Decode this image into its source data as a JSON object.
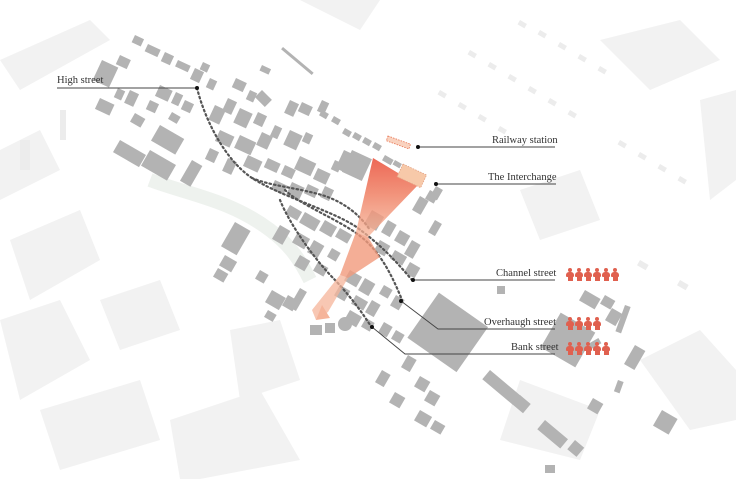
{
  "colors": {
    "background": "#ffffff",
    "building": "#b3b3b3",
    "ghost_building": "#f1f1f1",
    "route_dots": "#555555",
    "leader_line": "#444444",
    "fan_accent": "#ec6a55",
    "fan_light": "#f4a98a",
    "interchange_fill": "#f7c9a9",
    "people_icon": "#e0604f",
    "label_text": "#333333"
  },
  "labels": [
    {
      "id": "high-street",
      "text": "High street",
      "people_count": 0
    },
    {
      "id": "railway-station",
      "text": "Railway station",
      "people_count": 0
    },
    {
      "id": "the-interchange",
      "text": "The Interchange",
      "people_count": 0
    },
    {
      "id": "channel-street",
      "text": "Channel street",
      "people_count": 6
    },
    {
      "id": "overhaugh-street",
      "text": "Overhaugh street",
      "people_count": 4
    },
    {
      "id": "bank-street",
      "text": "Bank street",
      "people_count": 5
    }
  ],
  "icons": {
    "person": "person-icon",
    "marker": "leader-dot-icon"
  }
}
